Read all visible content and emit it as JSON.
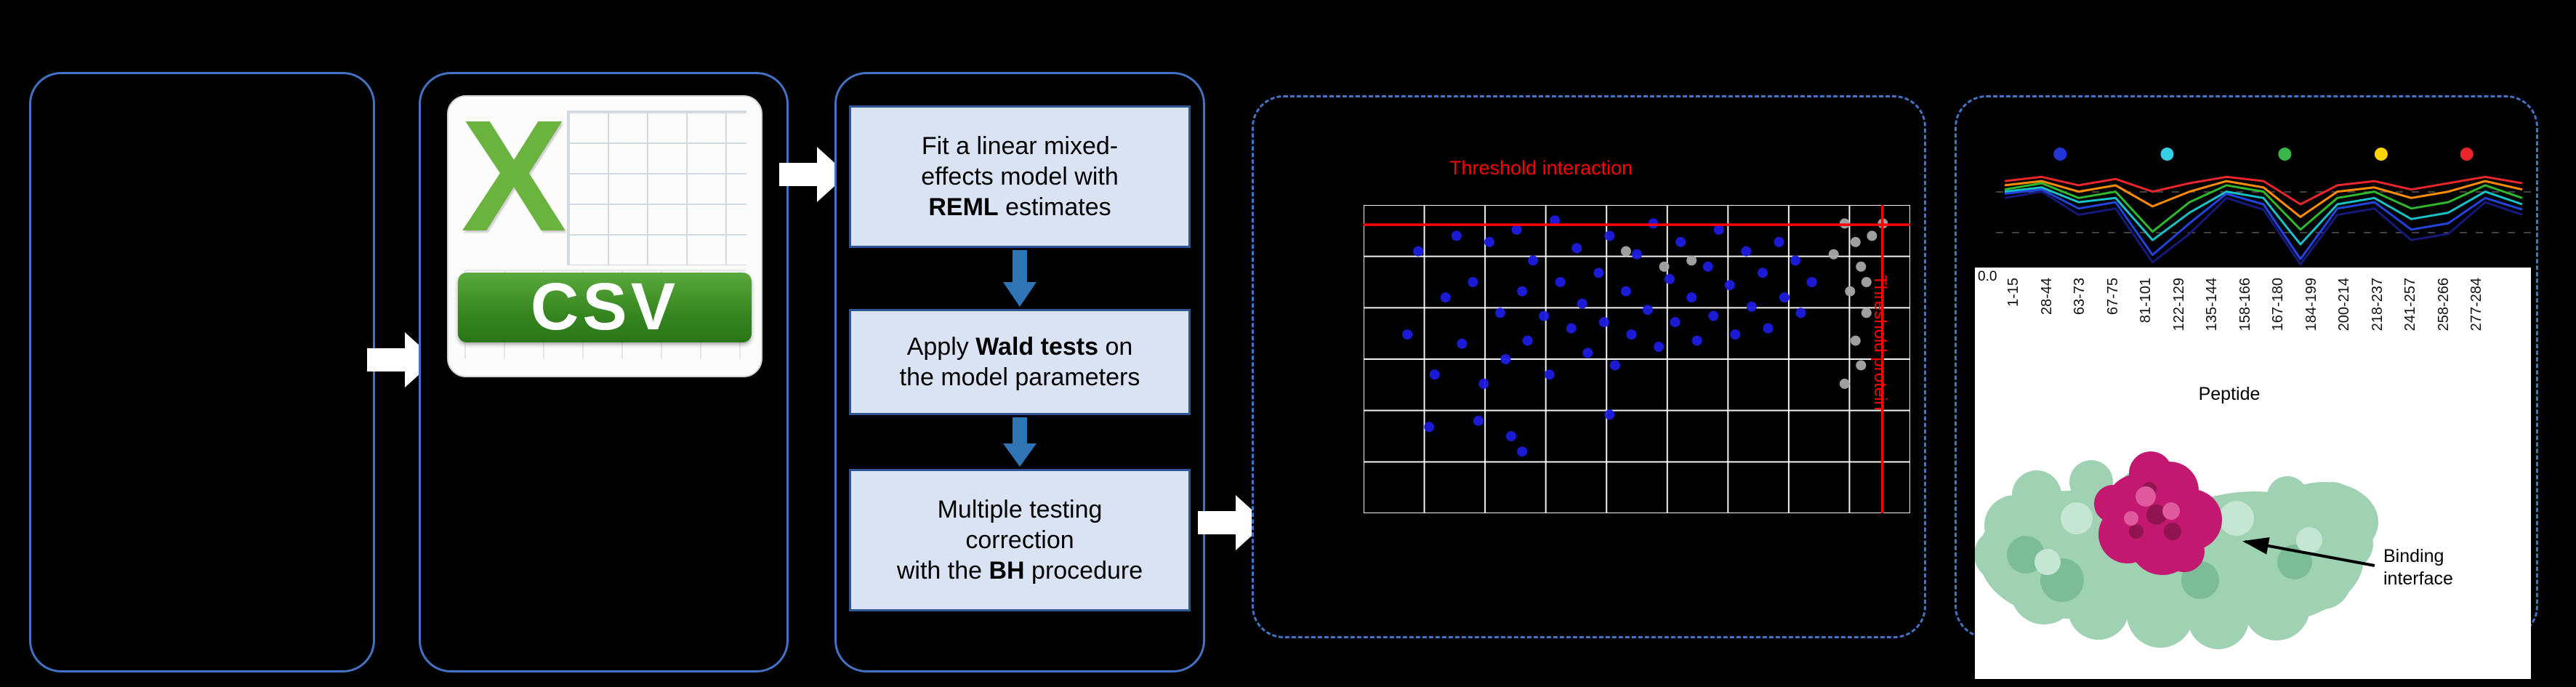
{
  "colors": {
    "background": "#000000",
    "box_border": "#4472c4",
    "step_fill": "#dae3f3",
    "step_border": "#2f5597",
    "white_arrow": "#ffffff",
    "blue_arrow": "#2e75b6",
    "threshold_red": "#ff0000"
  },
  "csv": {
    "letter": "X",
    "label": "CSV"
  },
  "workflow": {
    "steps": [
      {
        "lines": [
          [
            {
              "t": "Fit a linear mixed-"
            }
          ],
          [
            {
              "t": "effects model with"
            }
          ],
          [
            {
              "t": "REML",
              "b": true
            },
            {
              "t": " estimates"
            }
          ]
        ]
      },
      {
        "lines": [
          [
            {
              "t": "Apply "
            },
            {
              "t": "Wald tests",
              "b": true
            },
            {
              "t": " on"
            }
          ],
          [
            {
              "t": "the model parameters"
            }
          ]
        ]
      },
      {
        "lines": [
          [
            {
              "t": "Multiple testing"
            }
          ],
          [
            {
              "t": "correction"
            }
          ],
          [
            {
              "t": "with the "
            },
            {
              "t": "BH",
              "b": true
            },
            {
              "t": " procedure"
            }
          ]
        ]
      }
    ]
  },
  "scatter": {
    "title": "Threshold interaction",
    "side_label": "Threshold protein",
    "threshold_color": "#ff0000",
    "threshold_y": 0.064,
    "threshold_x": 0.949,
    "grid": {
      "cols": 9,
      "rows": 6
    },
    "point_colors": {
      "significant": "#1c1ce0",
      "nonsignificant": "#a8a8a8"
    },
    "points": [
      [
        0.08,
        0.42,
        "b"
      ],
      [
        0.1,
        0.15,
        "b"
      ],
      [
        0.13,
        0.55,
        "b"
      ],
      [
        0.15,
        0.3,
        "b"
      ],
      [
        0.17,
        0.1,
        "b"
      ],
      [
        0.18,
        0.45,
        "b"
      ],
      [
        0.2,
        0.25,
        "b"
      ],
      [
        0.22,
        0.58,
        "b"
      ],
      [
        0.23,
        0.12,
        "b"
      ],
      [
        0.25,
        0.35,
        "b"
      ],
      [
        0.26,
        0.5,
        "b"
      ],
      [
        0.28,
        0.08,
        "b"
      ],
      [
        0.29,
        0.28,
        "b"
      ],
      [
        0.3,
        0.44,
        "b"
      ],
      [
        0.31,
        0.18,
        "b"
      ],
      [
        0.33,
        0.36,
        "b"
      ],
      [
        0.34,
        0.55,
        "b"
      ],
      [
        0.35,
        0.05,
        "b"
      ],
      [
        0.36,
        0.25,
        "b"
      ],
      [
        0.38,
        0.4,
        "b"
      ],
      [
        0.39,
        0.14,
        "b"
      ],
      [
        0.4,
        0.32,
        "b"
      ],
      [
        0.41,
        0.48,
        "b"
      ],
      [
        0.43,
        0.22,
        "b"
      ],
      [
        0.44,
        0.38,
        "b"
      ],
      [
        0.45,
        0.1,
        "b"
      ],
      [
        0.46,
        0.52,
        "b"
      ],
      [
        0.48,
        0.28,
        "b"
      ],
      [
        0.49,
        0.42,
        "b"
      ],
      [
        0.5,
        0.16,
        "b"
      ],
      [
        0.52,
        0.34,
        "b"
      ],
      [
        0.53,
        0.06,
        "b"
      ],
      [
        0.54,
        0.46,
        "b"
      ],
      [
        0.56,
        0.24,
        "b"
      ],
      [
        0.57,
        0.38,
        "b"
      ],
      [
        0.58,
        0.12,
        "b"
      ],
      [
        0.6,
        0.3,
        "b"
      ],
      [
        0.61,
        0.44,
        "b"
      ],
      [
        0.63,
        0.2,
        "b"
      ],
      [
        0.64,
        0.36,
        "b"
      ],
      [
        0.65,
        0.08,
        "b"
      ],
      [
        0.67,
        0.26,
        "b"
      ],
      [
        0.68,
        0.42,
        "b"
      ],
      [
        0.7,
        0.15,
        "b"
      ],
      [
        0.71,
        0.33,
        "b"
      ],
      [
        0.73,
        0.22,
        "b"
      ],
      [
        0.74,
        0.4,
        "b"
      ],
      [
        0.76,
        0.12,
        "b"
      ],
      [
        0.77,
        0.3,
        "b"
      ],
      [
        0.79,
        0.18,
        "b"
      ],
      [
        0.8,
        0.35,
        "b"
      ],
      [
        0.82,
        0.25,
        "b"
      ],
      [
        0.27,
        0.75,
        "b"
      ],
      [
        0.29,
        0.8,
        "b"
      ],
      [
        0.45,
        0.68,
        "b"
      ],
      [
        0.21,
        0.7,
        "b"
      ],
      [
        0.12,
        0.72,
        "b"
      ],
      [
        0.88,
        0.06,
        "g"
      ],
      [
        0.9,
        0.12,
        "g"
      ],
      [
        0.91,
        0.2,
        "g"
      ],
      [
        0.89,
        0.28,
        "g"
      ],
      [
        0.92,
        0.35,
        "g"
      ],
      [
        0.9,
        0.44,
        "g"
      ],
      [
        0.91,
        0.52,
        "g"
      ],
      [
        0.88,
        0.58,
        "g"
      ],
      [
        0.93,
        0.1,
        "g"
      ],
      [
        0.92,
        0.25,
        "g"
      ],
      [
        0.55,
        0.2,
        "g"
      ],
      [
        0.6,
        0.18,
        "g"
      ],
      [
        0.48,
        0.15,
        "g"
      ],
      [
        0.95,
        0.06,
        "g"
      ],
      [
        0.86,
        0.16,
        "g"
      ]
    ]
  },
  "profile_chart": {
    "y_tick": "0.0",
    "x_axis_label": "Peptide",
    "x_labels": [
      "1-15",
      "28-44",
      "63-73",
      "67-75",
      "81-101",
      "122-129",
      "135-144",
      "158-166",
      "167-180",
      "184-199",
      "200-214",
      "218-237",
      "241-257",
      "258-266",
      "277-284"
    ],
    "cluster_dots": [
      {
        "color": "#2336d4",
        "x": 0.12
      },
      {
        "color": "#35cfe6",
        "x": 0.32
      },
      {
        "color": "#39b54a",
        "x": 0.54
      },
      {
        "color": "#ffd400",
        "x": 0.72
      },
      {
        "color": "#e8262b",
        "x": 0.88
      }
    ],
    "series": [
      {
        "name": "red",
        "color": "#e8262b",
        "values": [
          0.82,
          0.86,
          0.78,
          0.84,
          0.72,
          0.8,
          0.86,
          0.82,
          0.6,
          0.78,
          0.82,
          0.74,
          0.8,
          0.86,
          0.8
        ]
      },
      {
        "name": "orange",
        "color": "#ff8c00",
        "values": [
          0.78,
          0.82,
          0.72,
          0.78,
          0.58,
          0.72,
          0.82,
          0.76,
          0.48,
          0.72,
          0.76,
          0.66,
          0.72,
          0.82,
          0.74
        ]
      },
      {
        "name": "green",
        "color": "#2db82d",
        "values": [
          0.74,
          0.8,
          0.66,
          0.72,
          0.34,
          0.62,
          0.78,
          0.72,
          0.36,
          0.66,
          0.72,
          0.56,
          0.62,
          0.78,
          0.66
        ]
      },
      {
        "name": "teal",
        "color": "#18c0c8",
        "values": [
          0.72,
          0.76,
          0.62,
          0.66,
          0.26,
          0.52,
          0.72,
          0.66,
          0.22,
          0.6,
          0.66,
          0.46,
          0.52,
          0.72,
          0.6
        ]
      },
      {
        "name": "blue",
        "color": "#2244dd",
        "values": [
          0.7,
          0.74,
          0.56,
          0.62,
          0.12,
          0.42,
          0.7,
          0.6,
          0.08,
          0.56,
          0.62,
          0.36,
          0.42,
          0.66,
          0.55
        ]
      },
      {
        "name": "navy",
        "color": "#15197a",
        "values": [
          0.66,
          0.72,
          0.5,
          0.56,
          0.05,
          0.32,
          0.66,
          0.55,
          0.03,
          0.5,
          0.56,
          0.26,
          0.32,
          0.62,
          0.5
        ]
      }
    ]
  },
  "protein": {
    "caption_lines": [
      "Binding",
      "interface"
    ],
    "surface_color": "#9ed2b3",
    "surface_shadow": "#7cbc97",
    "surface_light": "#c4e6d2",
    "highlight_color": "#c2186f",
    "highlight_dark": "#8f1450",
    "highlight_light": "#e05a9e"
  }
}
